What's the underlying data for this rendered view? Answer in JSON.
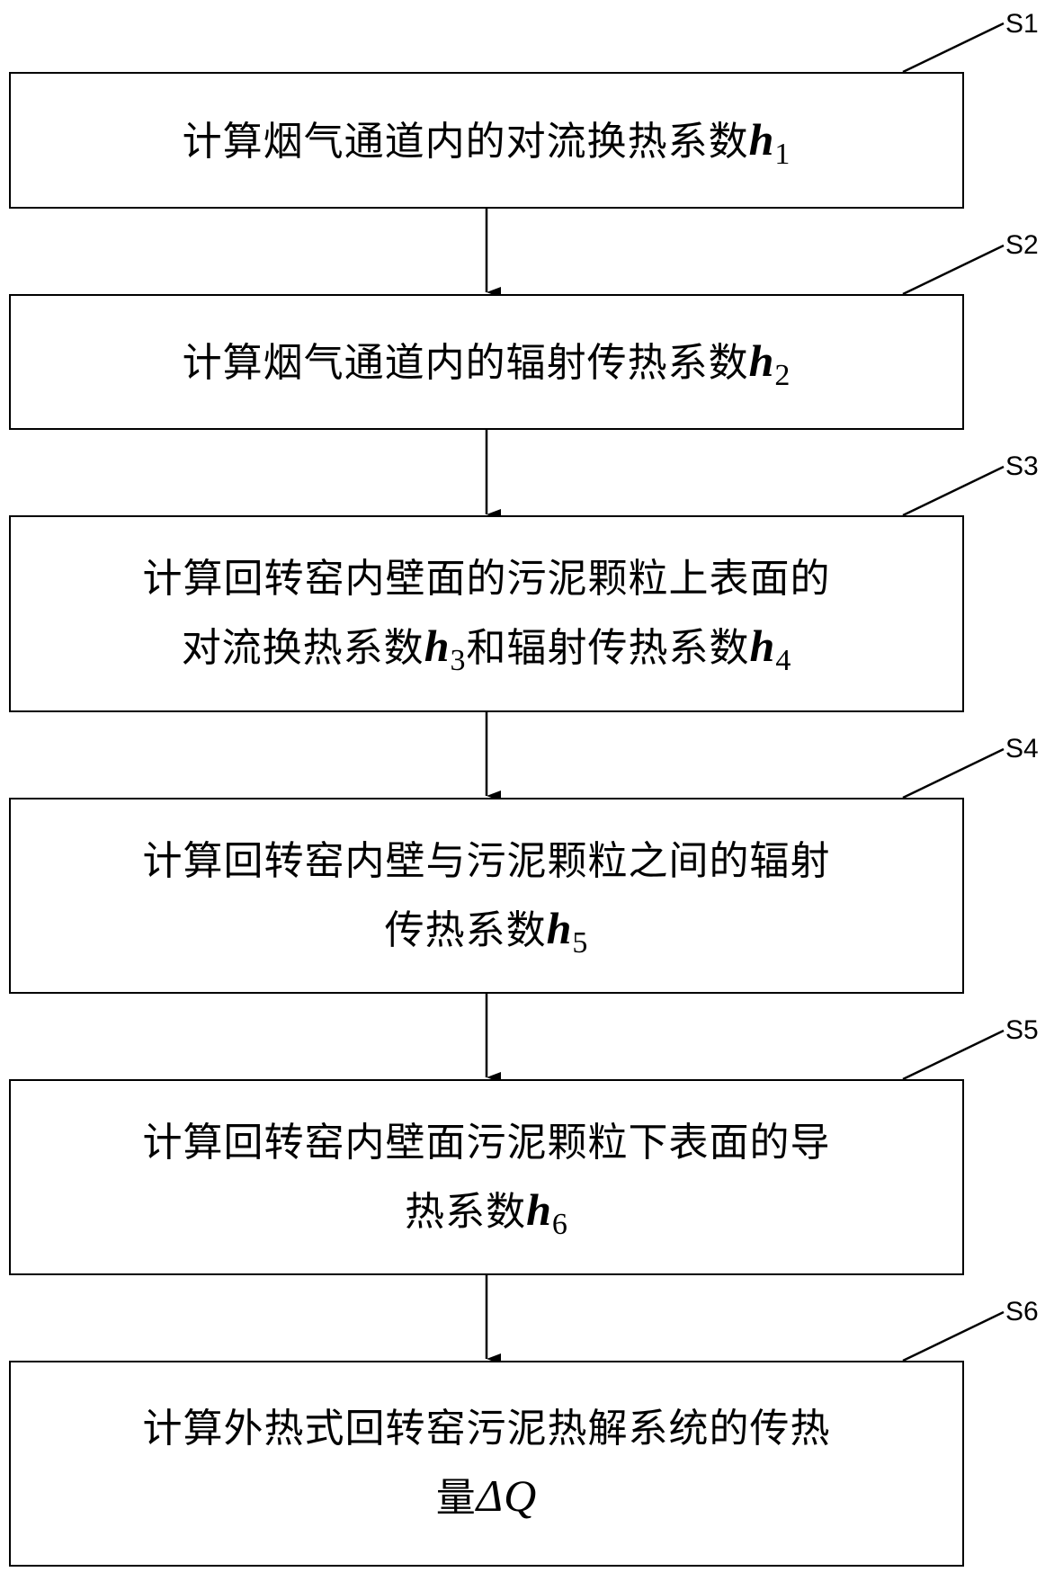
{
  "steps": [
    {
      "label": "S1",
      "line1": "计算烟气通道内的对流换热系数",
      "line2": "",
      "var": "h",
      "sub": "1",
      "suffix": ""
    },
    {
      "label": "S2",
      "line1": "计算烟气通道内的辐射传热系数",
      "line2": "",
      "var": "h",
      "sub": "2",
      "suffix": ""
    },
    {
      "label": "S3",
      "line1": "计算回转窑内壁面的污泥颗粒上表面的",
      "line2": "对流换热系数",
      "var": "h",
      "sub": "3",
      "suffix": "和辐射传热系数",
      "var2": "h",
      "sub2": "4"
    },
    {
      "label": "S4",
      "line1": "计算回转窑内壁与污泥颗粒之间的辐射",
      "line2": "传热系数",
      "var": "h",
      "sub": "5",
      "suffix": ""
    },
    {
      "label": "S5",
      "line1": "计算回转窑内壁面污泥颗粒下表面的导",
      "line2": "热系数",
      "var": "h",
      "sub": "6",
      "suffix": ""
    },
    {
      "label": "S6",
      "line1": "计算外热式回转窑污泥热解系统的传热",
      "line2": "量",
      "var": "ΔQ",
      "sub": "",
      "suffix": ""
    }
  ]
}
